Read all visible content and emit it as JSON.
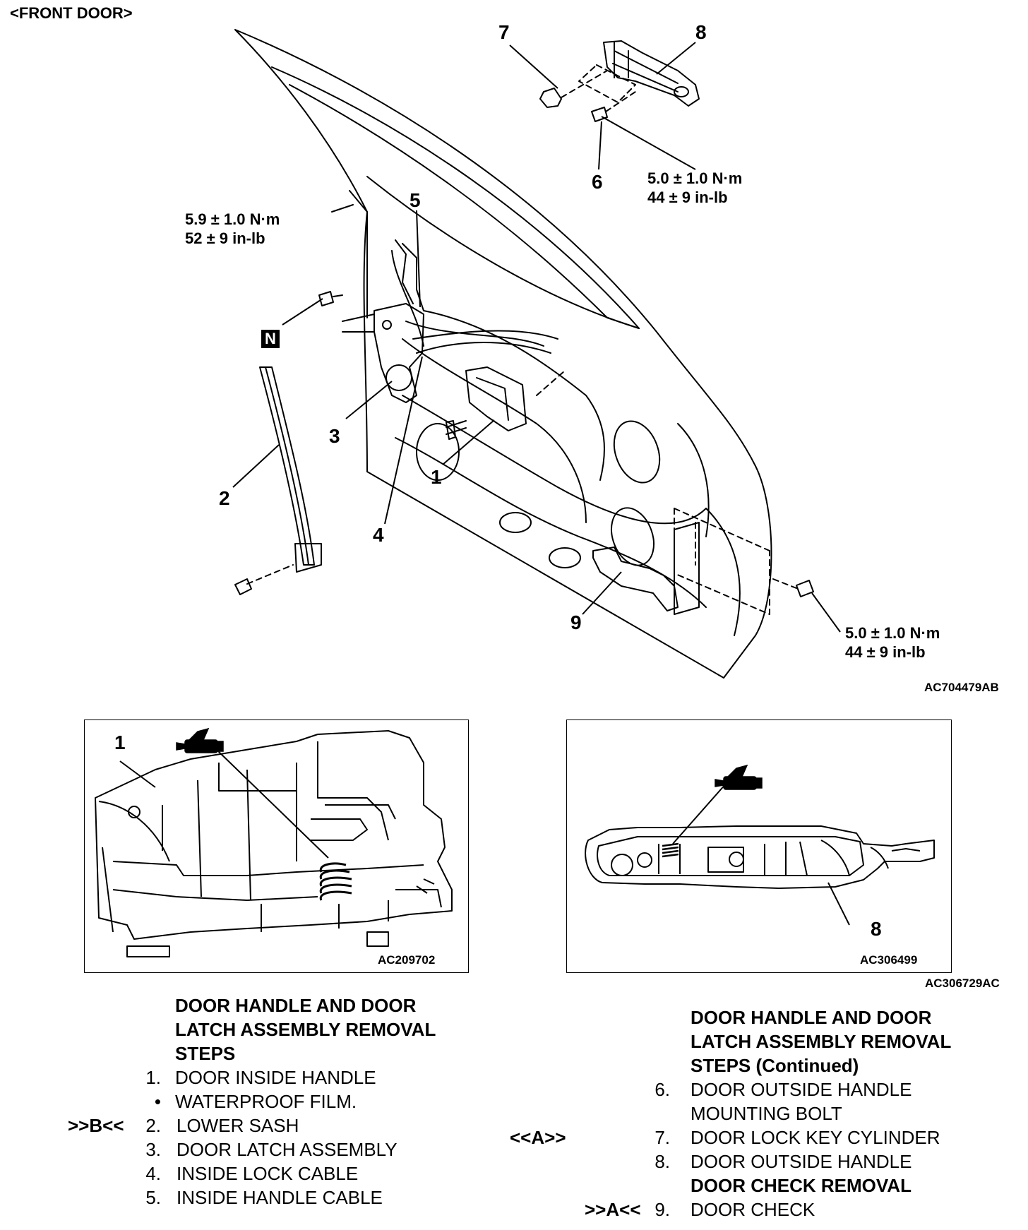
{
  "header": {
    "section_title": "<FRONT DOOR>"
  },
  "main_figure": {
    "callouts": [
      "1",
      "2",
      "3",
      "4",
      "5",
      "6",
      "7",
      "8",
      "9"
    ],
    "n_badge": "N",
    "torque_upper_left": [
      "5.9 ± 1.0 N·m",
      "52 ± 9 in-lb"
    ],
    "torque_upper_right": [
      "5.0 ± 1.0 N·m",
      "44 ± 9 in-lb"
    ],
    "torque_lower_right": [
      "5.0 ± 1.0 N·m",
      "44 ± 9 in-lb"
    ],
    "figure_code": "AC704479AB"
  },
  "inset_left": {
    "callout": "1",
    "figure_code": "AC209702",
    "icon": "grease-gun-icon"
  },
  "inset_right": {
    "callout": "8",
    "figure_code": "AC306499",
    "icon": "grease-gun-icon"
  },
  "insets_figure_code": "AC306729AC",
  "steps_left": {
    "heading": [
      "DOOR HANDLE AND DOOR",
      "LATCH ASSEMBLY REMOVAL",
      "STEPS"
    ],
    "items": [
      {
        "marker": "",
        "num": "1.",
        "text": "DOOR INSIDE HANDLE"
      },
      {
        "marker": "",
        "num": "•",
        "text": "WATERPROOF FILM."
      },
      {
        "marker": ">>B<<",
        "num": "2.",
        "text": "LOWER SASH"
      },
      {
        "marker": "",
        "num": "3.",
        "text": "DOOR LATCH ASSEMBLY"
      },
      {
        "marker": "",
        "num": "4.",
        "text": "INSIDE LOCK CABLE"
      },
      {
        "marker": "",
        "num": "5.",
        "text": "INSIDE HANDLE CABLE"
      }
    ]
  },
  "steps_right": {
    "heading": [
      "DOOR HANDLE AND DOOR",
      "LATCH ASSEMBLY REMOVAL",
      "STEPS  (Continued)"
    ],
    "items": [
      {
        "marker": "",
        "num": "6.",
        "text": "DOOR OUTSIDE HANDLE",
        "bold": false
      },
      {
        "marker": "",
        "num": "",
        "text": "MOUNTING BOLT",
        "bold": false
      },
      {
        "marker": "<<A>>",
        "num": "7.",
        "text": "DOOR LOCK KEY CYLINDER",
        "bold": false
      },
      {
        "marker": "",
        "num": "8.",
        "text": "DOOR OUTSIDE HANDLE",
        "bold": false
      },
      {
        "marker": "",
        "num": "",
        "text": "DOOR CHECK REMOVAL",
        "bold": true
      },
      {
        "marker": ">>A<<",
        "num": "9.",
        "text": "DOOR CHECK",
        "bold": false
      }
    ]
  }
}
